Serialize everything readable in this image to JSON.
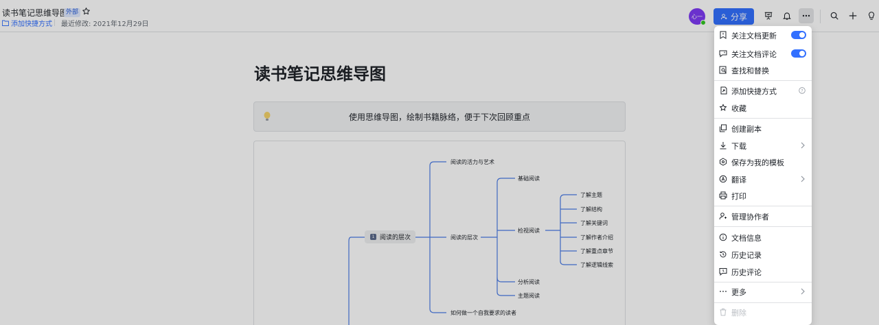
{
  "header": {
    "title": "读书笔记思维导图",
    "badge": "外部",
    "add_shortcut": "添加快捷方式",
    "last_modified": "最近修改: 2021年12月29日",
    "avatar_text": "心一",
    "share_label": "分享"
  },
  "doc": {
    "heading": "读书笔记思维导图",
    "callout": "使用思维导图，绘制书籍脉络，便于下次回顾重点"
  },
  "mindmap": {
    "root_number": "1",
    "root": "阅读的层次",
    "l1": [
      "阅读的活力与艺术",
      "阅读的层次",
      "如何做一个自我要求的读者"
    ],
    "l2": [
      "基础阅读",
      "检视阅读",
      "分析阅读",
      "主题阅读"
    ],
    "l3": [
      "了解主题",
      "了解结构",
      "了解关键词",
      "了解作者介绍",
      "了解重点章节",
      "了解逻辑线索"
    ]
  },
  "menu": {
    "items": [
      {
        "label": "关注文档更新",
        "icon": "bookmark-bell-icon",
        "toggle": "on"
      },
      {
        "label": "关注文档评论",
        "icon": "comment-bell-icon",
        "toggle": "on"
      },
      {
        "label": "查找和替换",
        "icon": "find-replace-icon"
      },
      {
        "label": "添加快捷方式",
        "icon": "shortcut-icon"
      },
      {
        "label": "收藏",
        "icon": "star-icon"
      },
      {
        "label": "创建副本",
        "icon": "copy-icon"
      },
      {
        "label": "下载",
        "icon": "download-icon"
      },
      {
        "label": "保存为我的模板",
        "icon": "template-icon"
      },
      {
        "label": "翻译",
        "icon": "translate-icon"
      },
      {
        "label": "打印",
        "icon": "print-icon"
      },
      {
        "label": "管理协作者",
        "icon": "collaborators-icon"
      },
      {
        "label": "文档信息",
        "icon": "info-icon"
      },
      {
        "label": "历史记录",
        "icon": "history-icon"
      },
      {
        "label": "历史评论",
        "icon": "comment-history-icon"
      },
      {
        "label": "更多",
        "icon": "more-icon"
      },
      {
        "label": "删除",
        "icon": "trash-icon",
        "disabled": true
      }
    ]
  },
  "colors": {
    "accent": "#3370ff",
    "avatar": "#7f3bf5",
    "mindmap_line": "#4a7be6"
  }
}
